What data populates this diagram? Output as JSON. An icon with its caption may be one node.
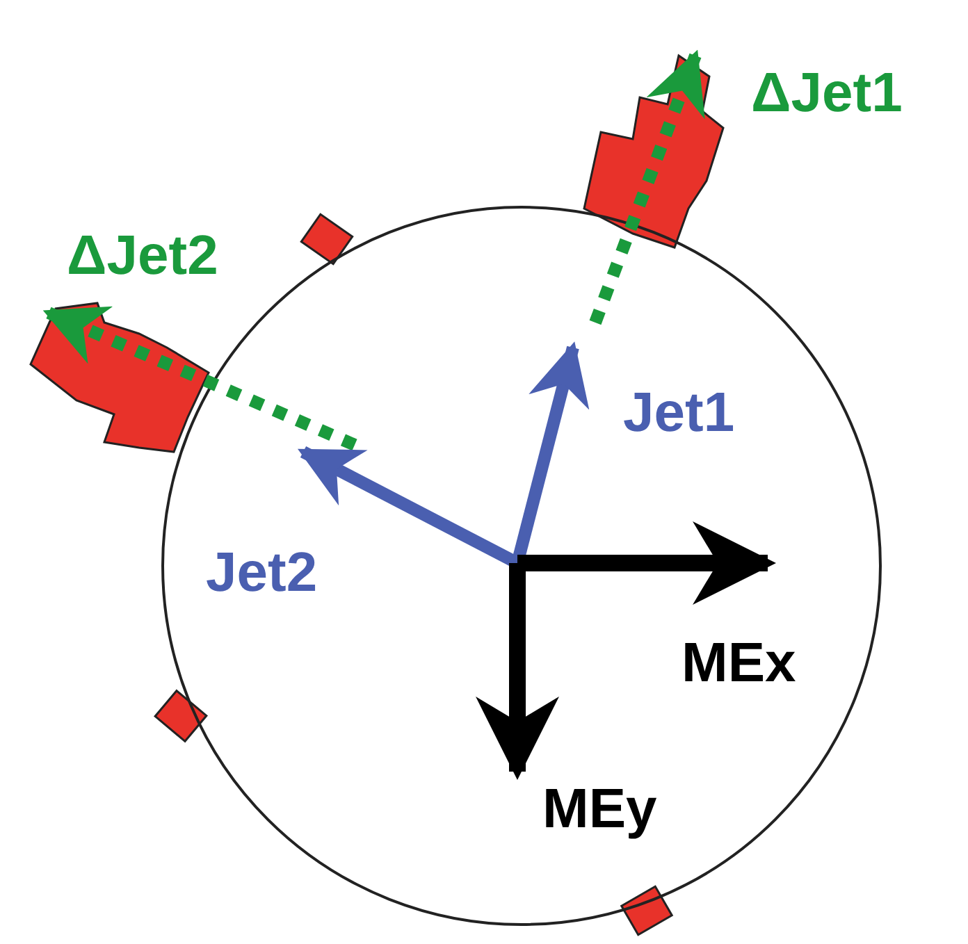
{
  "diagram": {
    "labels": [
      "ΔJet1",
      "ΔJet2",
      "Jet1",
      "Jet2",
      "MEx",
      "MEy"
    ]
  }
}
